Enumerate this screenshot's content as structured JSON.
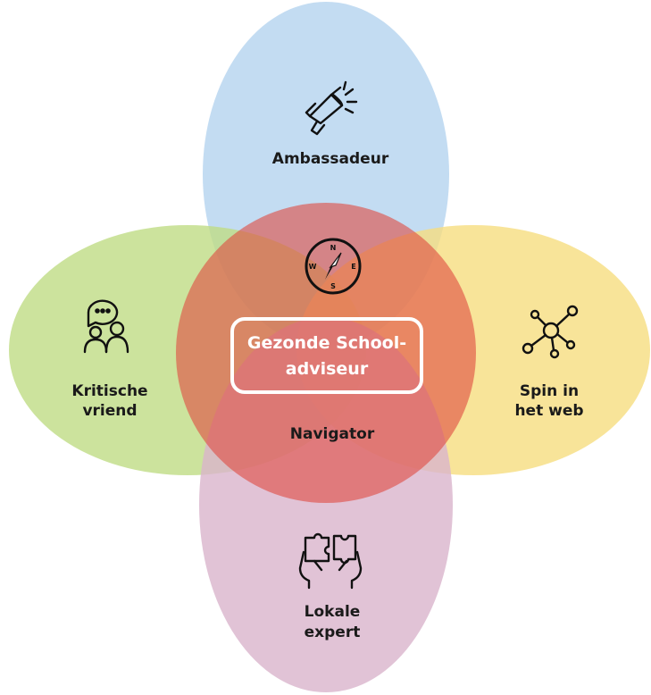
{
  "center": {
    "title_line1": "Gezonde School-",
    "title_line2": "adviseur",
    "subtitle": "Navigator",
    "icon": "compass-icon",
    "compass_n": "N",
    "compass_e": "E",
    "compass_s": "S",
    "compass_w": "W"
  },
  "roles": {
    "top": {
      "line1": "Ambassadeur",
      "line2": "",
      "icon": "megaphone-icon"
    },
    "left": {
      "line1": "Kritische",
      "line2": "vriend",
      "icon": "chat-people-icon"
    },
    "right": {
      "line1": "Spin in",
      "line2": "het web",
      "icon": "network-icon"
    },
    "bottom": {
      "line1": "Lokale",
      "line2": "expert",
      "icon": "puzzle-hands-icon"
    }
  },
  "colors": {
    "top": "#b9d6f0",
    "left": "#bfdc84",
    "right": "#f6dd7f",
    "bottom": "#d9b4cc",
    "center": "#e04a3f",
    "text": "#1a1a1a",
    "center_text": "#ffffff"
  }
}
